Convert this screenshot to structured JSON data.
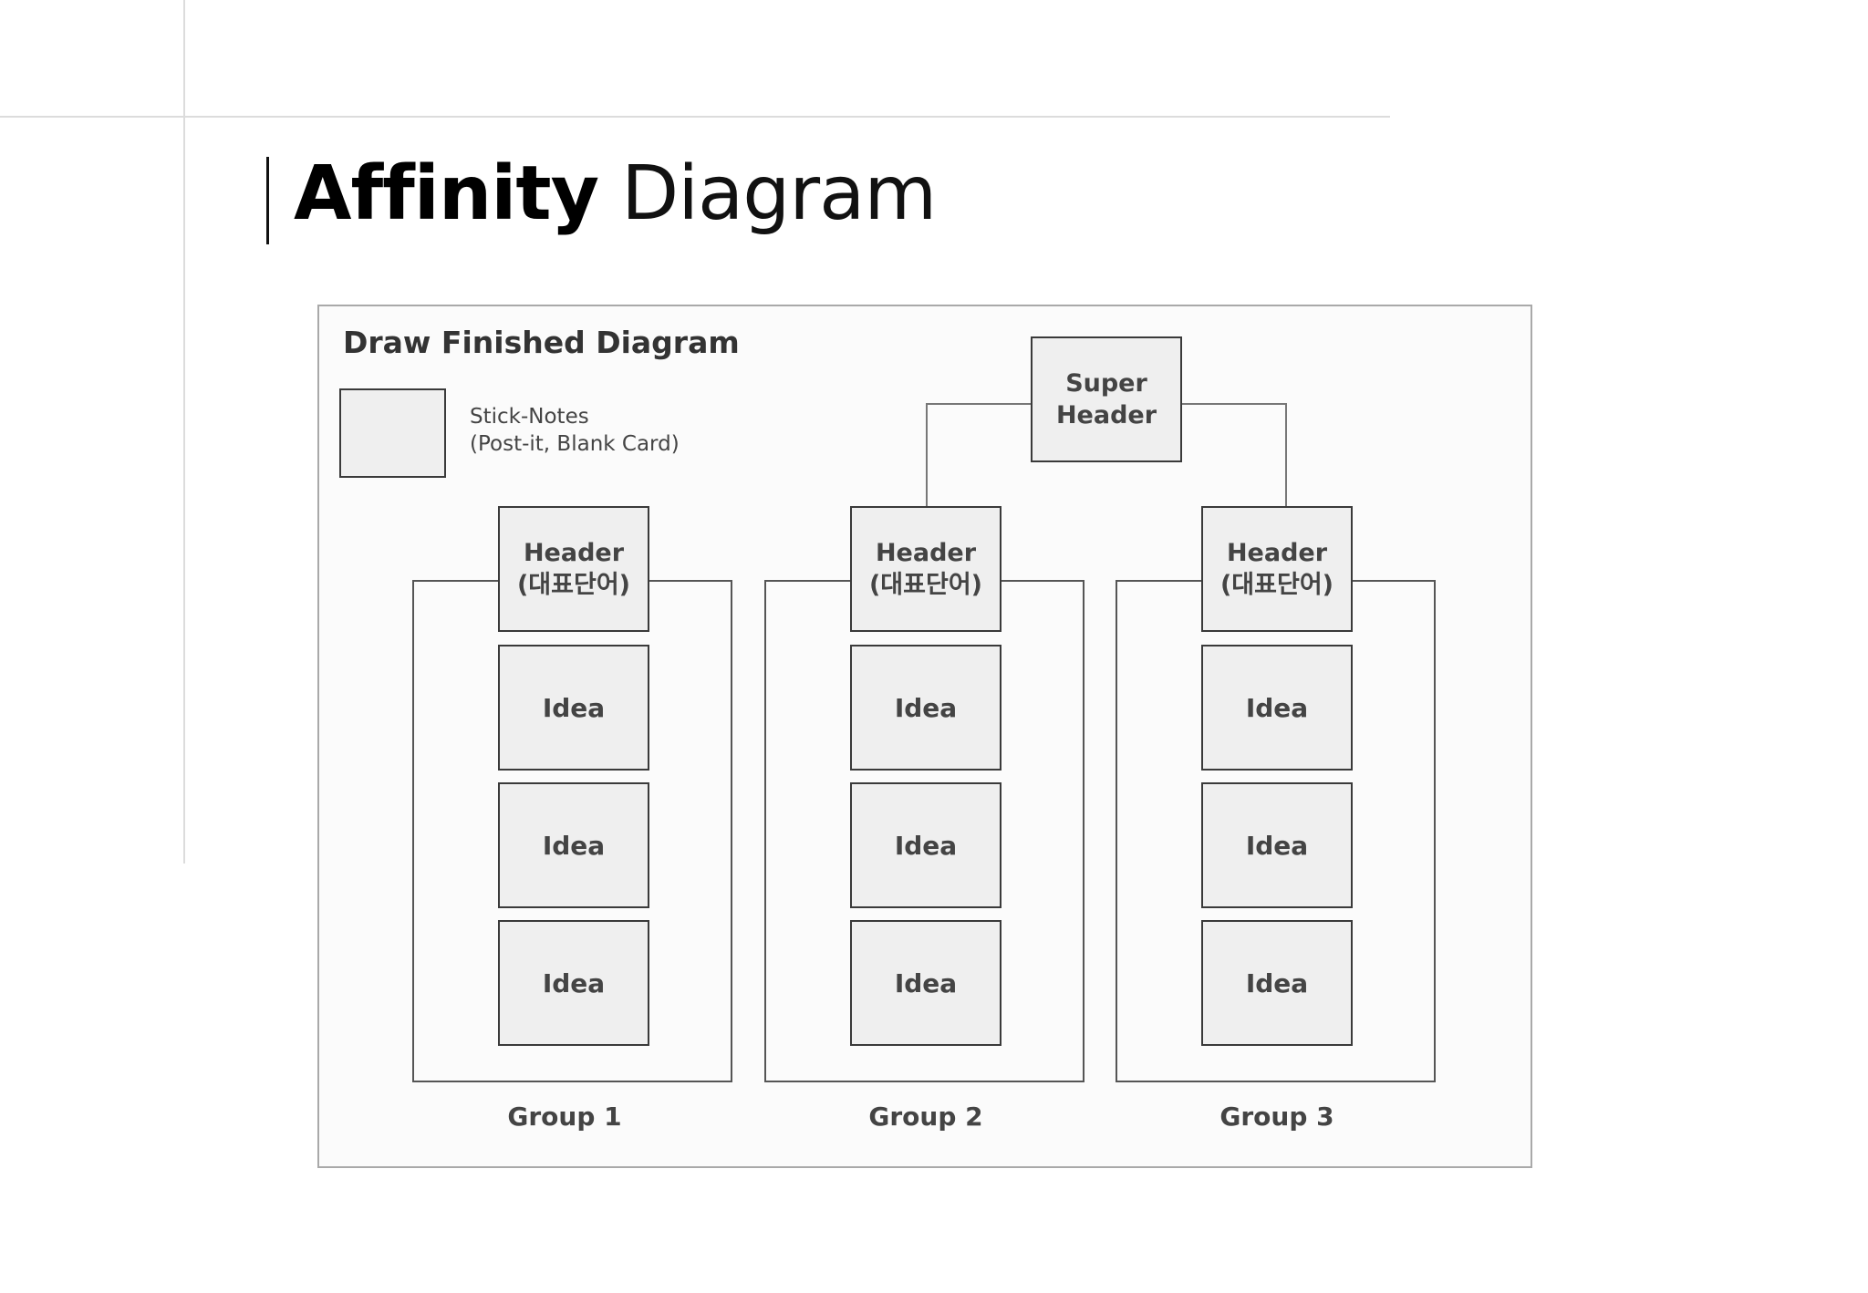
{
  "slide": {
    "title_bold": "Affinity",
    "title_light": " Diagram"
  },
  "diagram": {
    "title": "Draw Finished Diagram",
    "legend": {
      "line1": "Stick-Notes",
      "line2": "(Post-it, Blank Card)"
    },
    "super_header": {
      "line1": "Super",
      "line2": "Header"
    },
    "groups": [
      {
        "label": "Group 1",
        "header_line1": "Header",
        "header_line2": "(대표단어)",
        "ideas": [
          "Idea",
          "Idea",
          "Idea"
        ]
      },
      {
        "label": "Group 2",
        "header_line1": "Header",
        "header_line2": "(대표단어)",
        "ideas": [
          "Idea",
          "Idea",
          "Idea"
        ]
      },
      {
        "label": "Group 3",
        "header_line1": "Header",
        "header_line2": "(대표단어)",
        "ideas": [
          "Idea",
          "Idea",
          "Idea"
        ]
      }
    ]
  },
  "colors": {
    "card_fill": "#efefef",
    "card_border": "#3a3a3a",
    "text": "#444444",
    "frame_border": "#a9a9a9"
  }
}
